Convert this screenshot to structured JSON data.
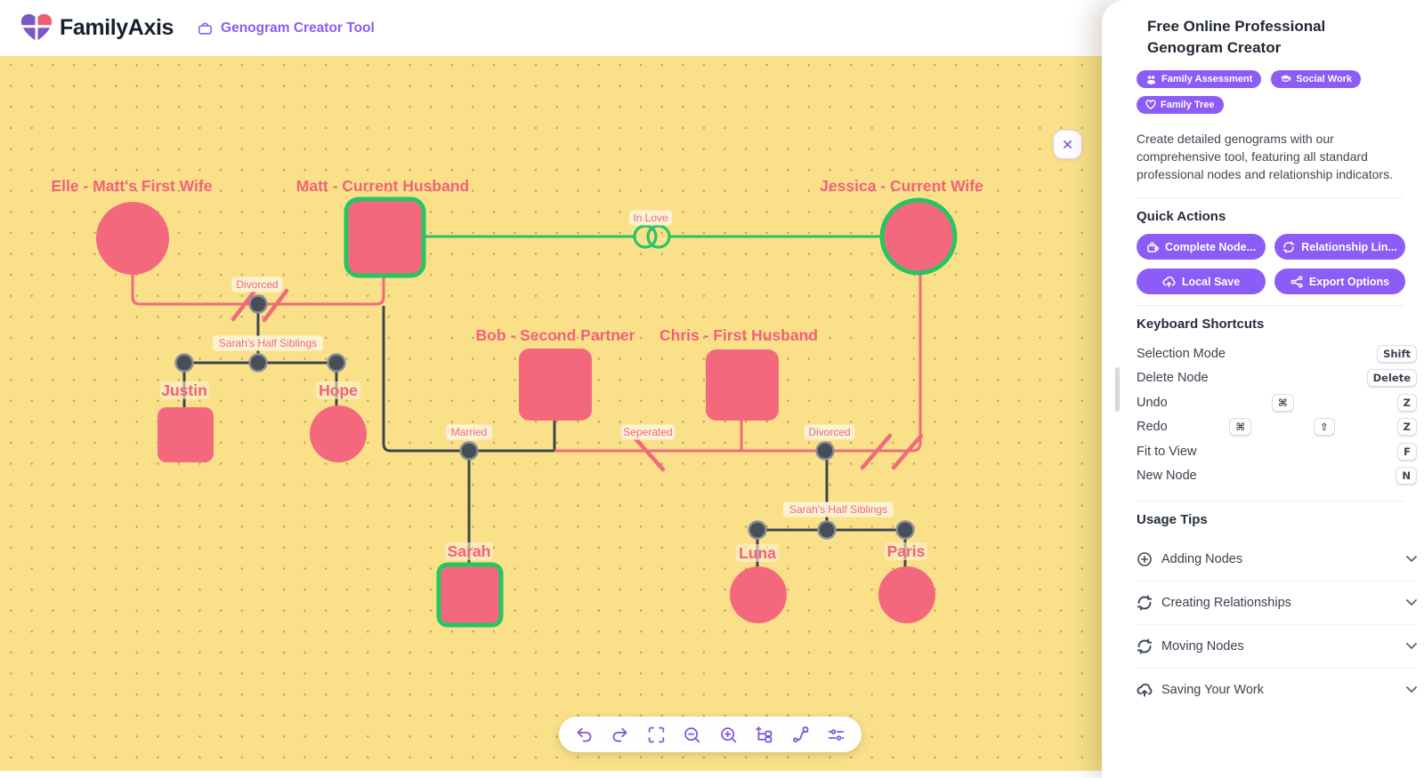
{
  "header": {
    "brand": "FamilyAxis",
    "tool_label": "Genogram Creator Tool"
  },
  "panel": {
    "title": "Free Online Professional Genogram Creator",
    "tags": [
      {
        "label": "Family Assessment",
        "icon": "users-icon"
      },
      {
        "label": "Social Work",
        "icon": "graduation-cap-icon"
      },
      {
        "label": "Family Tree",
        "icon": "heart-icon"
      }
    ],
    "description": "Create detailed genograms with our comprehensive tool, featuring all standard professional nodes and relationship indicators.",
    "quick_actions": {
      "heading": "Quick Actions",
      "buttons": [
        {
          "label": "Complete Node...",
          "icon": "puzzle-icon"
        },
        {
          "label": "Relationship Lin...",
          "icon": "refresh-icon"
        },
        {
          "label": "Local Save",
          "icon": "cloud-upload-icon"
        },
        {
          "label": "Export Options",
          "icon": "share-icon"
        }
      ]
    },
    "shortcuts": {
      "heading": "Keyboard Shortcuts",
      "rows": [
        {
          "label": "Selection Mode",
          "keys": [
            "Shift"
          ]
        },
        {
          "label": "Delete Node",
          "keys": [
            "Delete"
          ]
        },
        {
          "label": "Undo",
          "keys": [
            "⌘",
            "Z"
          ]
        },
        {
          "label": "Redo",
          "keys": [
            "⌘",
            "⇧",
            "Z"
          ]
        },
        {
          "label": "Fit to View",
          "keys": [
            "F"
          ]
        },
        {
          "label": "New Node",
          "keys": [
            "N"
          ]
        }
      ]
    },
    "usage_tips": {
      "heading": "Usage Tips",
      "rows": [
        {
          "label": "Adding Nodes",
          "icon": "circle-plus-icon"
        },
        {
          "label": "Creating Relationships",
          "icon": "refresh-icon"
        },
        {
          "label": "Moving Nodes",
          "icon": "refresh-icon"
        },
        {
          "label": "Saving Your Work",
          "icon": "cloud-upload-icon"
        }
      ]
    }
  },
  "canvas": {
    "people": {
      "elle": "Elle - Matt's First Wife",
      "matt": "Matt - Current Husband",
      "jessica": "Jessica - Current Wife",
      "bob": "Bob - Second Partner",
      "chris": "Chris - First Husband",
      "justin": "Justin",
      "hope": "Hope",
      "sarah": "Sarah",
      "luna": "Luna",
      "paris": "Paris"
    },
    "relationships": {
      "in_love": "In Love",
      "divorced_left": "Divorced",
      "half_siblings_left": "Sarah's Half Siblings",
      "married": "Married",
      "separated": "Seperated",
      "divorced_right": "Divorced",
      "half_siblings_right": "Sarah's Half Siblings"
    },
    "colors": {
      "background": "#FAE189",
      "node_fill": "#F4687E",
      "selected_stroke": "#28C463",
      "love_line": "#28C463",
      "broken_line": "#F0697C",
      "solid_line": "#3D4650",
      "label_text": "#F2607C",
      "label_bg": "#FBF2D6"
    }
  },
  "toolbar": {
    "icons": [
      "undo",
      "redo",
      "fit-view",
      "zoom-out",
      "zoom-in",
      "add-node-tree",
      "relationship-curve",
      "settings-sliders"
    ]
  }
}
